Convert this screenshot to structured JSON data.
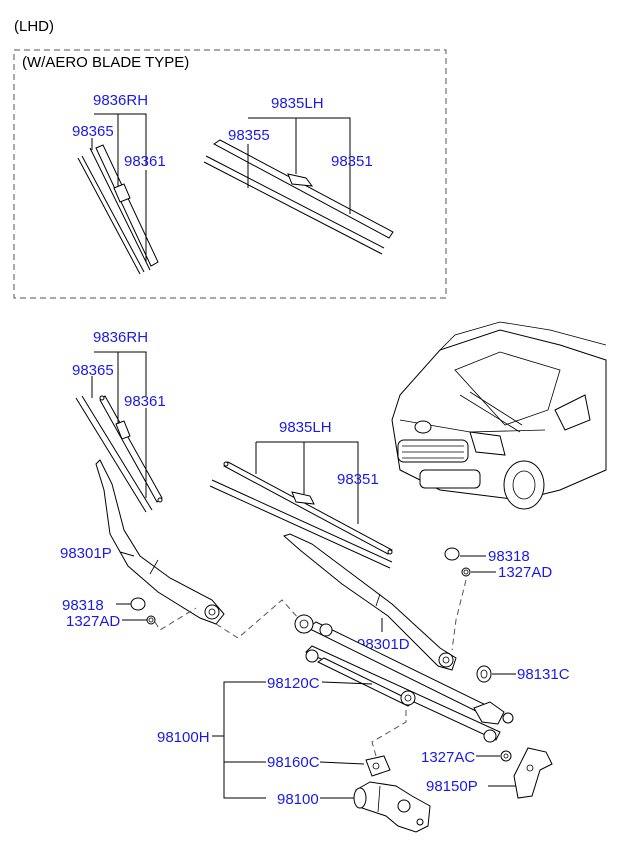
{
  "header": {
    "drive_side": "(LHD)",
    "aero_note": "(W/AERO BLADE TYPE)"
  },
  "aero": {
    "rh_blade": "9836RH",
    "rh_refill_a": "98365",
    "rh_refill_b": "98361",
    "lh_blade": "9835LH",
    "lh_refill_a": "98355",
    "lh_refill_b": "98351"
  },
  "standard": {
    "rh_blade": "9836RH",
    "rh_refill_a": "98365",
    "rh_refill_b": "98361",
    "lh_blade": "9835LH",
    "lh_refill_b": "98351",
    "rh_arm": "98301P",
    "lh_arm": "98301D",
    "cap_left": "98318",
    "nut_left": "1327AD",
    "cap_right": "98318",
    "nut_right": "1327AD",
    "linkage": "98120C",
    "assembly": "98100H",
    "crank_arm": "98160C",
    "motor": "98100",
    "bushing": "98131C",
    "bolt": "1327AC",
    "bracket": "98150P"
  }
}
